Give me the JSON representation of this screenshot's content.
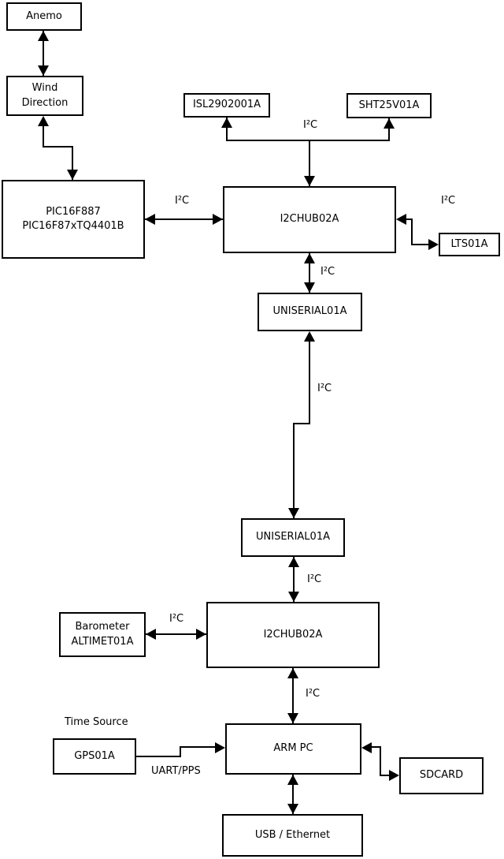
{
  "diagram": {
    "type": "block-diagram",
    "colors": {
      "line": "#000000",
      "background": "#ffffff",
      "box_fill": "#ffffff",
      "text": "#000000"
    },
    "nodes": {
      "anemo": {
        "label": "Anemo"
      },
      "wind": {
        "label": "Wind\nDirection"
      },
      "pic": {
        "label": "PIC16F887\nPIC16F87xTQ4401B"
      },
      "isl": {
        "label": "ISL2902001A"
      },
      "sht": {
        "label": "SHT25V01A"
      },
      "hub1": {
        "label": "I2CHUB02A"
      },
      "lts": {
        "label": "LTS01A"
      },
      "serial1": {
        "label": "UNISERIAL01A"
      },
      "serial2": {
        "label": "UNISERIAL01A"
      },
      "hub2": {
        "label": "I2CHUB02A"
      },
      "baro": {
        "label": "Barometer\nALTIMET01A"
      },
      "armpc": {
        "label": "ARM PC"
      },
      "gps": {
        "label": "GPS01A"
      },
      "sdcard": {
        "label": "SDCARD"
      },
      "usbeth": {
        "label": "USB / Ethernet"
      }
    },
    "edge_labels": {
      "pic_hub1": "I²C",
      "sensors_hub1": "I²C",
      "hub1_lts": "I²C",
      "hub1_serial1": "I²C",
      "serial1_serial2": "I²C",
      "serial2_hub2": "I²C",
      "baro_hub2": "I²C",
      "hub2_armpc": "I²C",
      "time_source": "Time Source",
      "uart_pps": "UART/PPS"
    }
  }
}
